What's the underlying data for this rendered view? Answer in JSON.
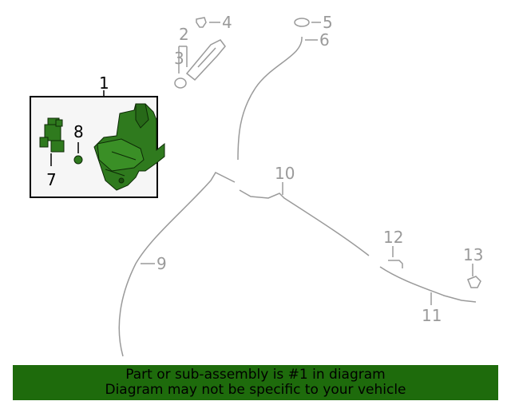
{
  "callouts": {
    "c1": "1",
    "c2": "2",
    "c3": "3",
    "c4": "4",
    "c5": "5",
    "c6": "6",
    "c7": "7",
    "c8": "8",
    "c9": "9",
    "c10": "10",
    "c11": "11",
    "c12": "12",
    "c13": "13"
  },
  "banner": {
    "line1": "Part or sub-assembly is #1 in diagram",
    "line2": "Diagram may not be specific to your vehicle"
  },
  "colors": {
    "banner_bg": "#1e6b0c",
    "highlight_part": "#2f7a1e",
    "line_art": "#9a9a9a",
    "inset_bg": "#f6f6f6"
  }
}
